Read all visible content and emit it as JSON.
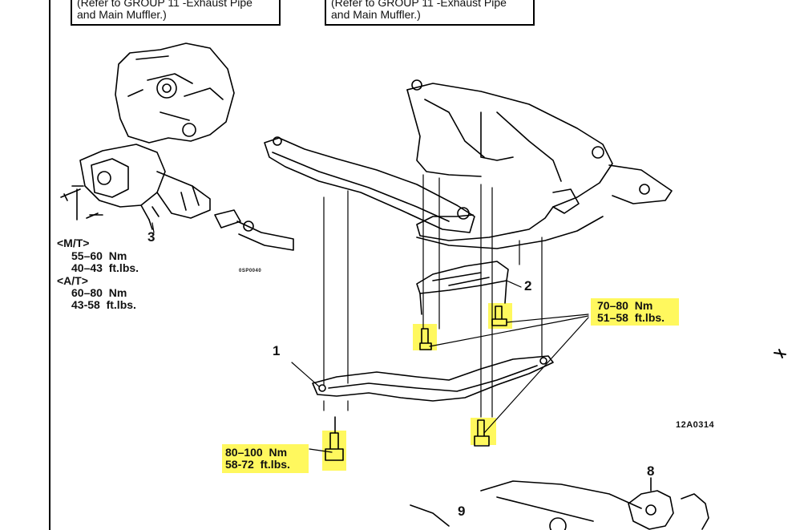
{
  "references": {
    "left": {
      "line1": "(Refer to GROUP 11 -Exhaust Pipe",
      "line2": "and Main Muffler.)"
    },
    "right": {
      "line1": "(Refer to GROUP 11 -Exhaust Pipe",
      "line2": "and Main Muffler.)"
    }
  },
  "transmission_torque": {
    "mt": {
      "label": "<M/T>",
      "nm": "55–60  Nm",
      "ftlbs": "40–43  ft.lbs."
    },
    "at": {
      "label": "<A/T>",
      "nm": "60–80  Nm",
      "ftlbs": "43-58  ft.lbs."
    }
  },
  "crossmember_torque": {
    "nm": "70–80  Nm",
    "ftlbs": "51–58  ft.lbs."
  },
  "front_bolt_torque": {
    "nm": "80–100  Nm",
    "ftlbs": "58-72  ft.lbs."
  },
  "callouts": {
    "c1": "1",
    "c2": "2",
    "c3": "3",
    "c8": "8",
    "c9": "9"
  },
  "codes": {
    "small": "0SP0040",
    "figure": "12A0314"
  },
  "colors": {
    "highlight": "#fff528",
    "line": "#000000"
  }
}
